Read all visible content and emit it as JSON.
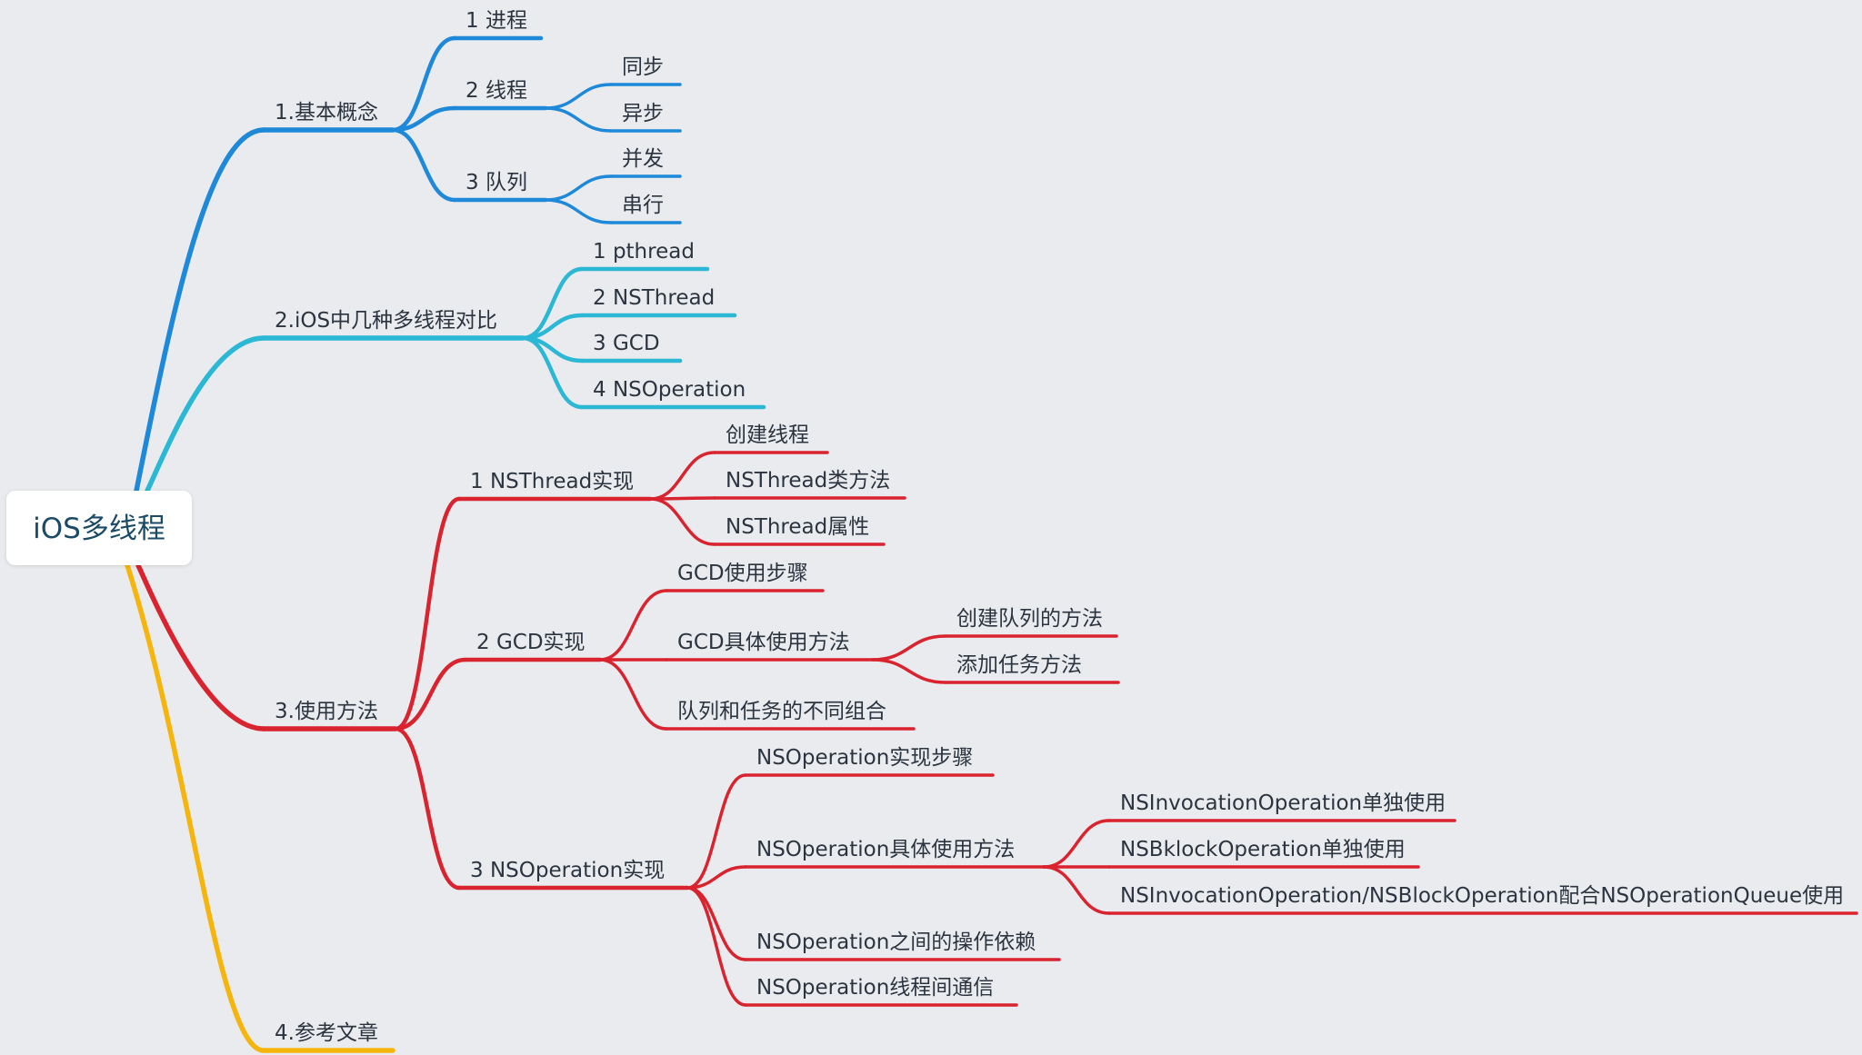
{
  "mindmap": {
    "root": {
      "text": "iOS多线程"
    },
    "branches": [
      {
        "text": "1.基本概念",
        "color": "#1e88d9",
        "children": [
          {
            "text": "1 进程",
            "children": []
          },
          {
            "text": "2 线程",
            "children": [
              {
                "text": "同步"
              },
              {
                "text": "异步"
              }
            ]
          },
          {
            "text": "3 队列",
            "children": [
              {
                "text": "并发"
              },
              {
                "text": "串行"
              }
            ]
          }
        ]
      },
      {
        "text": "2.iOS中几种多线程对比",
        "color": "#2ab8d4",
        "children": [
          {
            "text": "1 pthread"
          },
          {
            "text": "2 NSThread"
          },
          {
            "text": "3 GCD"
          },
          {
            "text": "4 NSOperation"
          }
        ]
      },
      {
        "text": "3.使用方法",
        "color": "#d9232e",
        "children": [
          {
            "text": "1 NSThread实现",
            "children": [
              {
                "text": "创建线程"
              },
              {
                "text": "NSThread类方法"
              },
              {
                "text": "NSThread属性"
              }
            ]
          },
          {
            "text": "2 GCD实现",
            "children": [
              {
                "text": "GCD使用步骤"
              },
              {
                "text": "GCD具体使用方法",
                "children": [
                  {
                    "text": "创建队列的方法"
                  },
                  {
                    "text": "添加任务方法"
                  }
                ]
              },
              {
                "text": "队列和任务的不同组合"
              }
            ]
          },
          {
            "text": "3 NSOperation实现",
            "children": [
              {
                "text": "NSOperation实现步骤"
              },
              {
                "text": "NSOperation具体使用方法",
                "children": [
                  {
                    "text": "NSInvocationOperation单独使用"
                  },
                  {
                    "text": "NSBklockOperation单独使用"
                  },
                  {
                    "text": "NSInvocationOperation/NSBlockOperation配合NSOperationQueue使用"
                  }
                ]
              },
              {
                "text": "NSOperation之间的操作依赖"
              },
              {
                "text": "NSOperation线程间通信"
              }
            ]
          }
        ]
      },
      {
        "text": "4.参考文章",
        "color": "#f5b50c",
        "children": []
      }
    ]
  }
}
